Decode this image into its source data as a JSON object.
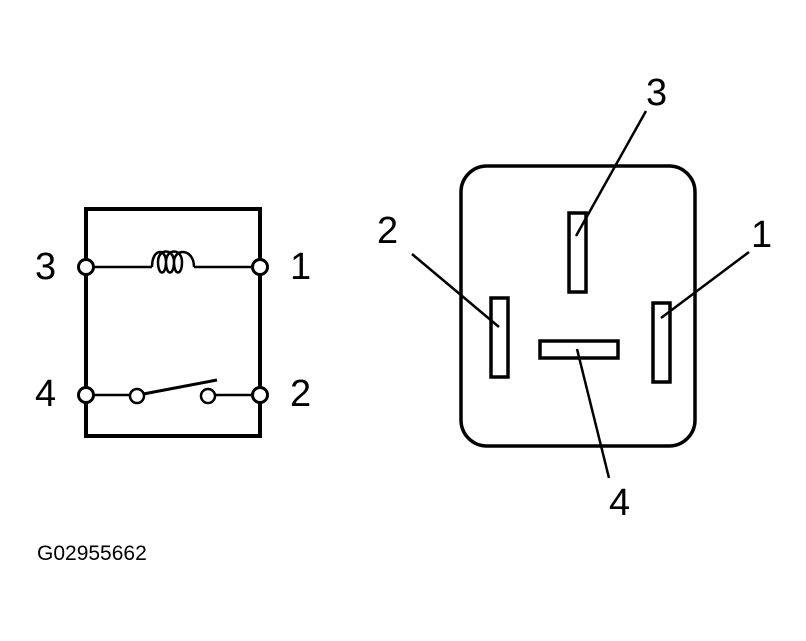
{
  "schematic": {
    "terminals": [
      "3",
      "1",
      "4",
      "2"
    ]
  },
  "connector": {
    "pins": [
      "3",
      "2",
      "1",
      "4"
    ]
  },
  "figure_code": "G02955662",
  "colors": {
    "line": "#000000",
    "background": "#ffffff"
  }
}
